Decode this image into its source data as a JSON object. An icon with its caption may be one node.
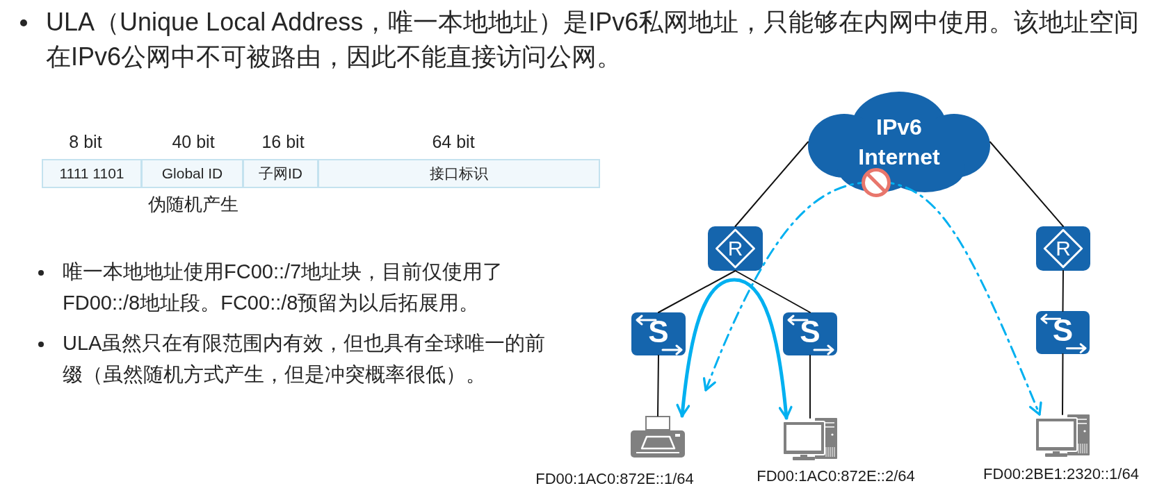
{
  "diagram": {
    "nodes": [
      {
        "text": [
          "IPv6 Internet"
        ]
      },
      {
        "text": [
          "R"
        ]
      },
      {
        "text": [
          "R"
        ]
      },
      {
        "text": [
          "S"
        ]
      },
      {
        "text": [
          "S"
        ]
      },
      {
        "text": [
          "S"
        ]
      },
      {
        "text": [],
        "shape": "picture",
        "beside": [
          "FD00:1AC0:872E::1/64"
        ]
      },
      {
        "text": [],
        "shape": "picture",
        "beside": [
          "FD00:1AC0:872E::2/64"
        ]
      },
      {
        "text": [],
        "shape": "picture",
        "beside": [
          "FD00:2BE1:2320::1/64"
        ]
      }
    ],
    "edges": [
      {
        "from": 0,
        "to": 1,
        "arrow": "none"
      },
      {
        "from": 0,
        "to": 2,
        "arrow": "none"
      },
      {
        "from": 1,
        "to": 3,
        "arrow": "none"
      },
      {
        "from": 1,
        "to": 4,
        "arrow": "none"
      },
      {
        "from": 2,
        "to": 5,
        "arrow": "none"
      },
      {
        "from": 3,
        "to": 6,
        "arrow": "none"
      },
      {
        "from": 4,
        "to": 7,
        "arrow": "none"
      },
      {
        "from": 5,
        "to": 8,
        "arrow": "none"
      },
      {
        "from": 6,
        "to": 7,
        "arrow": "both",
        "style": "thick",
        "color": "#00b0f0"
      },
      {
        "from": null,
        "to": 8,
        "arrow": "both",
        "style": "dashed",
        "color": "#00b0f0"
      }
    ],
    "labels": [
      "ULA（Unique Local Address，唯一本地地址）是IPv6私网地址，只能够在内网中使用。该地址空间在IPv6公网中不可被路由，因此不能直接访问公网。",
      "8 bit",
      "40 bit",
      "16 bit",
      "64 bit",
      "1111 1101",
      "Global ID",
      "子网ID",
      "接口标识",
      "伪随机产生",
      "唯一本地地址使用FC00::/7地址块，目前仅使用了FD00::/8地址段。FC00::/8预留为以后拓展用。",
      "ULA虽然只在有限范围内有效，但也具有全球唯一的前缀（虽然随机方式产生，但是冲突概率很低）。"
    ]
  }
}
